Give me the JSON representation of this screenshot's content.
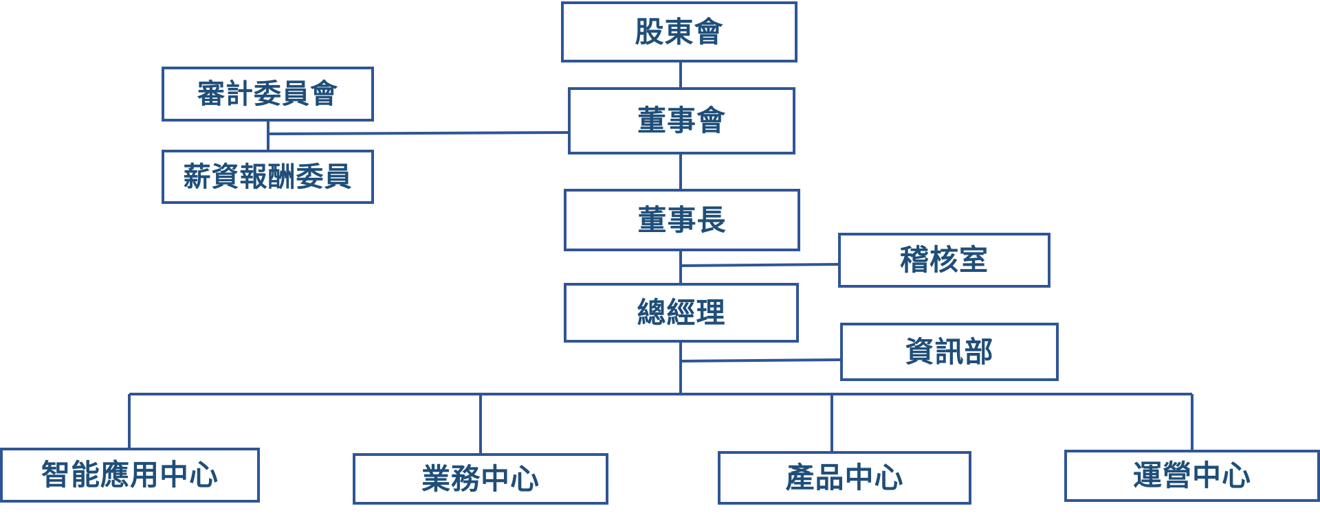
{
  "nodes": {
    "shareholders": "股東會",
    "board": "董事會",
    "audit_committee": "審計委員會",
    "compensation_committee": "薪資報酬委員",
    "chairman": "董事長",
    "internal_audit": "稽核室",
    "president": "總經理",
    "it_department": "資訊部",
    "smart_application_center": "智能應用中心",
    "business_center": "業務中心",
    "product_center": "產品中心",
    "operations_center": "運營中心"
  },
  "colors": {
    "border": "#2f5597",
    "text": "#1f4e79",
    "background": "#ffffff"
  }
}
